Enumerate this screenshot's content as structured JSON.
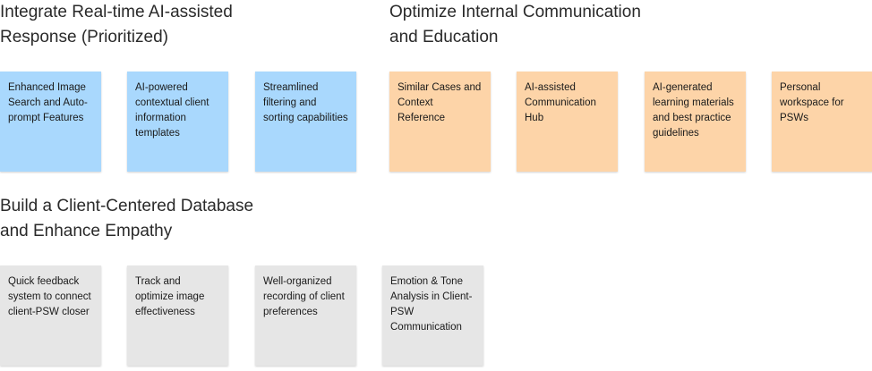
{
  "groups": [
    {
      "title": "Integrate Real-time AI-assisted\nResponse (Prioritized)",
      "color": "#a9d8fd",
      "notes": [
        "Enhanced Image Search and Auto-prompt Features",
        "AI-powered contextual client information templates",
        "Streamlined filtering and sorting capabilities"
      ]
    },
    {
      "title": "Optimize Internal Communication\nand Education",
      "color": "#fdd4a8",
      "notes": [
        "Similar Cases and Context Reference",
        "AI-assisted Communication Hub",
        "AI-generated learning materials and best practice guidelines",
        "Personal workspace for PSWs"
      ]
    },
    {
      "title": "Build a Client-Centered Database\nand Enhance Empathy",
      "color": "#e6e6e6",
      "notes": [
        "Quick feedback system to connect client-PSW closer",
        "Track and optimize image effectiveness",
        "Well-organized recording of client preferences",
        "Emotion & Tone Analysis in Client-PSW Communication"
      ]
    }
  ]
}
